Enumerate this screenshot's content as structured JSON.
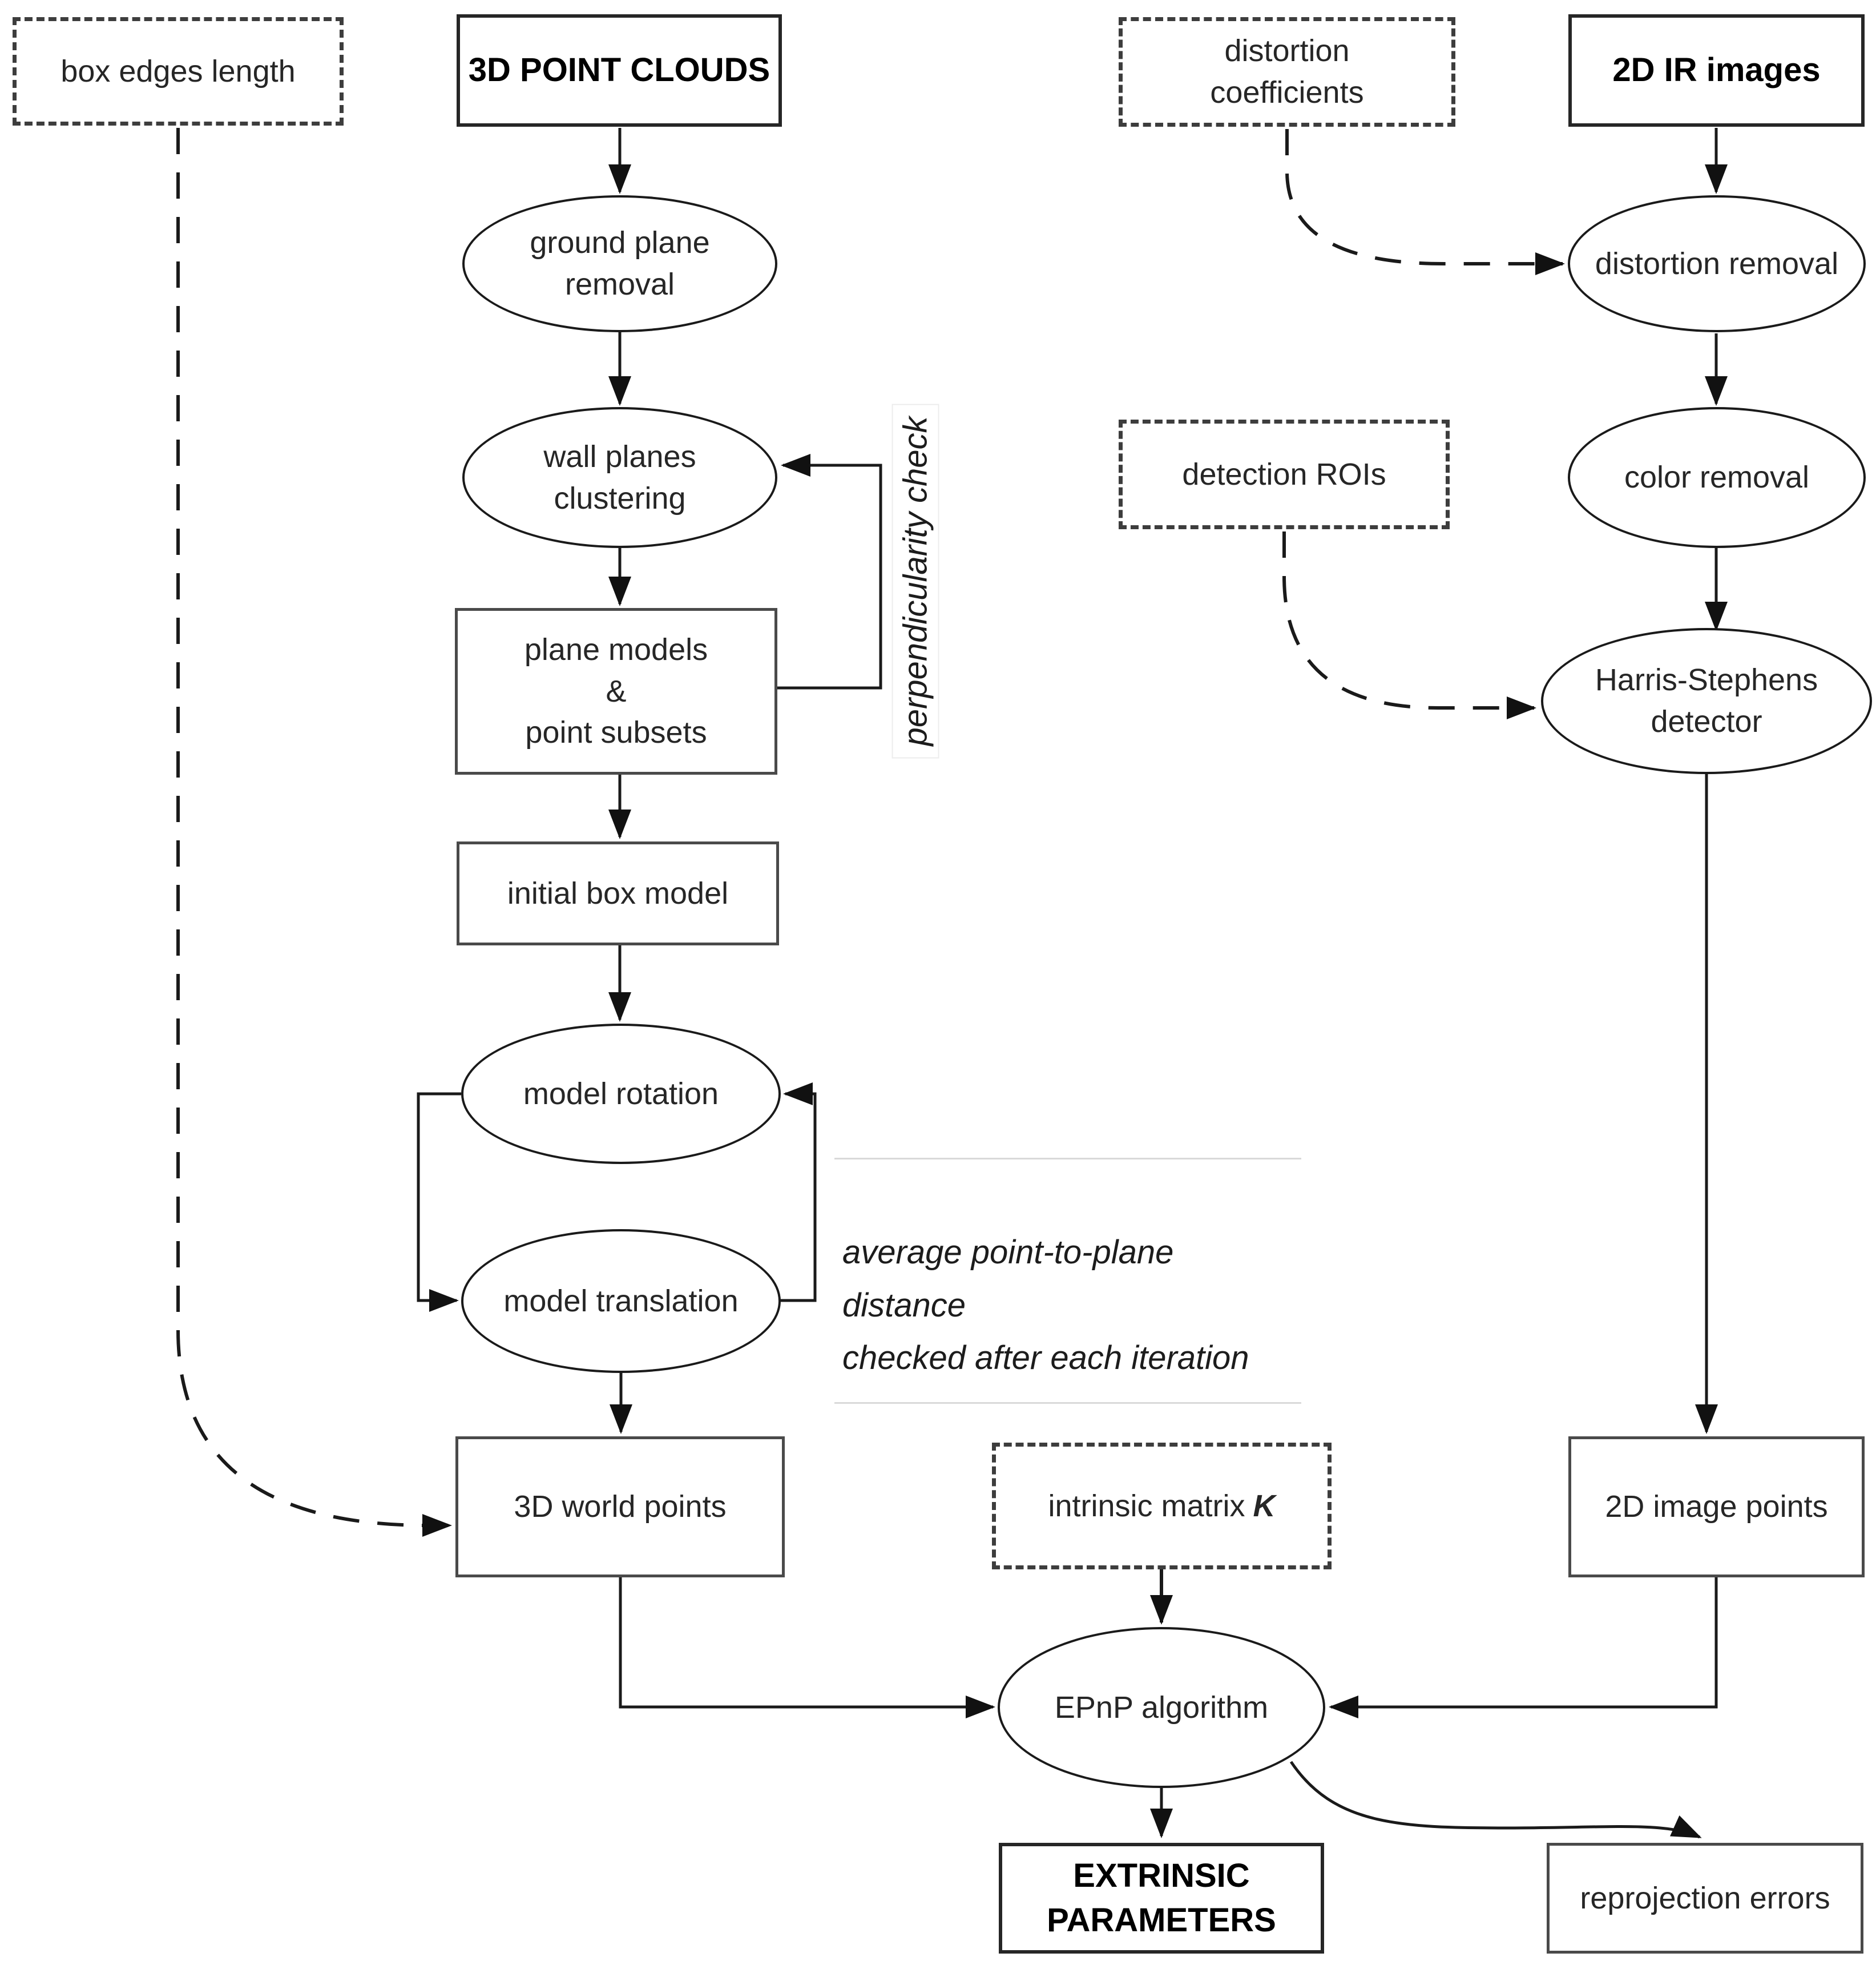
{
  "colors": {
    "ink": "#1a1a1a",
    "box_border": "#4a4a4a",
    "title_border": "#262626",
    "dash_border": "#3d3d3d",
    "rule": "#d9d9d9"
  },
  "nodes": {
    "box_edges_length": {
      "label": "box edges length"
    },
    "point_clouds": {
      "label": "3D POINT CLOUDS"
    },
    "ground_plane_removal": {
      "label": "ground plane\nremoval"
    },
    "wall_planes_clustering": {
      "label": "wall planes\nclustering"
    },
    "plane_models": {
      "label": "plane models\n&\npoint subsets"
    },
    "initial_box_model": {
      "label": "initial box model"
    },
    "model_rotation": {
      "label": "model rotation"
    },
    "model_translation": {
      "label": "model translation"
    },
    "world_points": {
      "label": "3D world points"
    },
    "distortion_coefficients": {
      "label": "distortion\ncoefficients"
    },
    "ir_images": {
      "label": "2D IR images"
    },
    "distortion_removal": {
      "label": "distortion removal"
    },
    "color_removal": {
      "label": "color removal"
    },
    "detection_rois": {
      "label": "detection ROIs"
    },
    "harris_stephens": {
      "label": "Harris-Stephens\ndetector"
    },
    "image_points": {
      "label": "2D image points"
    },
    "intrinsic_matrix": {
      "label": "intrinsic matrix",
      "symbol": "K"
    },
    "epnp": {
      "label": "EPnP algorithm"
    },
    "extrinsic_parameters": {
      "label": "EXTRINSIC\nPARAMETERS"
    },
    "reprojection_errors": {
      "label": "reprojection errors"
    }
  },
  "annotations": {
    "perpendicularity": {
      "label": "perpendicularity check"
    },
    "iteration_check": {
      "label": "average point-to-plane distance\nchecked after each iteration"
    }
  }
}
